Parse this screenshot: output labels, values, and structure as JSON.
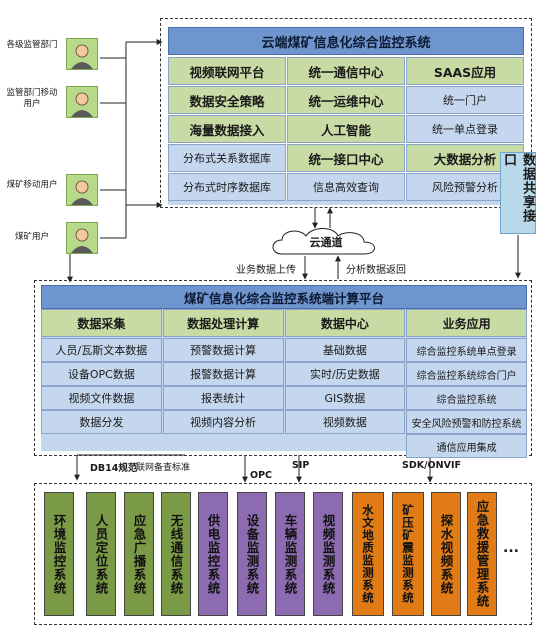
{
  "users": [
    {
      "label": "各级监管部门"
    },
    {
      "label": "监管部门移动用户"
    },
    {
      "label": "煤矿移动用户"
    },
    {
      "label": "煤矿用户"
    }
  ],
  "cloud_system": {
    "title": "云端煤矿信息化综合监控系统",
    "cells": [
      [
        "视频联网平台",
        "统一通信中心",
        "SAAS应用"
      ],
      [
        "数据安全策略",
        "统一运维中心",
        "统一门户"
      ],
      [
        "海量数据接入",
        "人工智能",
        "统一单点登录"
      ],
      [
        "分布式关系数据库",
        "统一接口中心",
        "大数据分析"
      ],
      [
        "分布式时序数据库",
        "信息高效查询",
        "风险预警分析"
      ]
    ]
  },
  "share_interface": {
    "label": "数据共享接口"
  },
  "cloud_channel": {
    "label": "云通道",
    "upload_label": "业务数据上传",
    "return_label": "分析数据返回"
  },
  "edge_platform": {
    "title": "煤矿信息化综合监控系统端计算平台",
    "headers": [
      "数据采集",
      "数据处理计算",
      "数据中心",
      "业务应用"
    ],
    "columns": [
      [
        "人员/瓦斯文本数据",
        "设备OPC数据",
        "视频文件数据",
        "数据分发"
      ],
      [
        "预警数据计算",
        "报警数据计算",
        "报表统计",
        "视频内容分析"
      ],
      [
        "基础数据",
        "实时/历史数据",
        "GIS数据",
        "视频数据"
      ],
      [
        "综合监控系统单点登录",
        "综合监控系统综合门户",
        "综合监控系统",
        "安全风险预警和防控系统",
        "通信应用集成"
      ]
    ]
  },
  "protocols": {
    "db14": "DB14规范",
    "lianwang": "联网备查标准",
    "opc": "OPC",
    "sip": "SIP",
    "sdk": "SDK/ONVIF"
  },
  "subsystems": [
    {
      "label": "环境监控系统",
      "color": "green"
    },
    {
      "label": "人员定位系统",
      "color": "green"
    },
    {
      "label": "应急广播系统",
      "color": "green"
    },
    {
      "label": "无线通信系统",
      "color": "green"
    },
    {
      "label": "供电监控系统",
      "color": "purple"
    },
    {
      "label": "设备监测系统",
      "color": "purple"
    },
    {
      "label": "车辆监测系统",
      "color": "purple"
    },
    {
      "label": "视频监测系统",
      "color": "purple"
    },
    {
      "label": "水文地质监测系统",
      "color": "orange"
    },
    {
      "label": "矿压矿震监测系统",
      "color": "orange"
    },
    {
      "label": "探水视频系统",
      "color": "orange"
    },
    {
      "label": "应急救援管理系统",
      "color": "orange"
    }
  ],
  "more_label": "..."
}
